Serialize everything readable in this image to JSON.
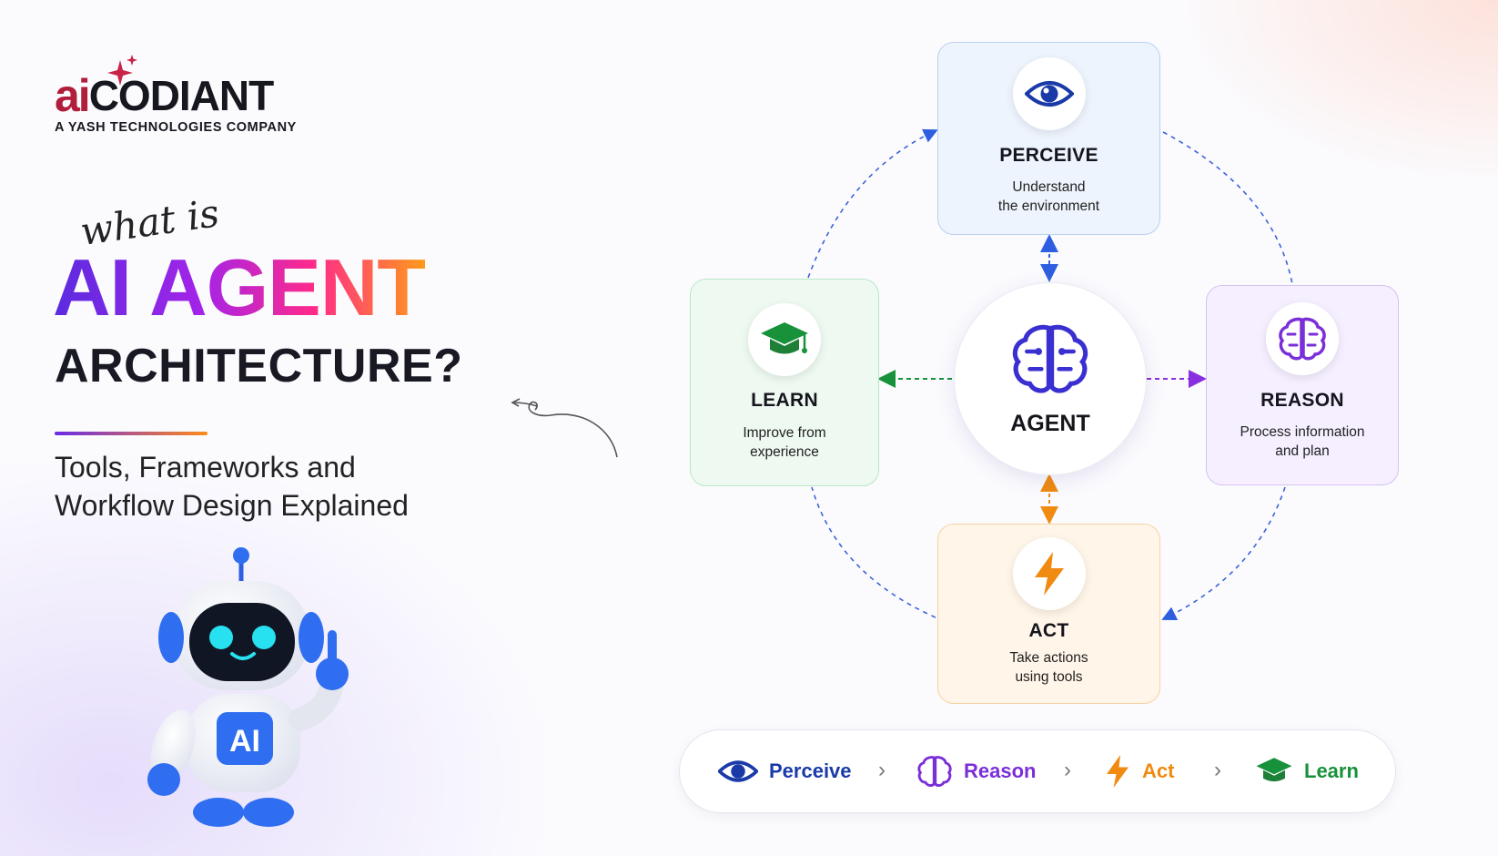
{
  "brand": {
    "logo_ai": "ai",
    "logo_name": "CODIANT",
    "tagline": "A YASH TECHNOLOGIES COMPANY",
    "accent": "#b11e3c"
  },
  "headline": {
    "script": "what is",
    "gradient_title": "AI AGENT",
    "title": "ARCHITECTURE?",
    "subtitle_line1": "Tools, Frameworks and",
    "subtitle_line2": "Workflow Design Explained"
  },
  "mascot": {
    "badge": "AI"
  },
  "diagram": {
    "center": {
      "label": "AGENT",
      "icon": "brain-icon",
      "color": "#3a2fd1"
    },
    "nodes": {
      "perceive": {
        "title": "PERCEIVE",
        "desc1": "Understand",
        "desc2": "the environment",
        "icon": "eye-icon",
        "color": "#1a3aa8"
      },
      "reason": {
        "title": "REASON",
        "desc1": "Process information",
        "desc2": "and plan",
        "icon": "brain-icon",
        "color": "#7a2fd9"
      },
      "act": {
        "title": "ACT",
        "desc1": "Take actions",
        "desc2": "using tools",
        "icon": "lightning-icon",
        "color": "#f08a10"
      },
      "learn": {
        "title": "LEARN",
        "desc1": "Improve from",
        "desc2": "experience",
        "icon": "graduation-cap-icon",
        "color": "#17913a"
      }
    }
  },
  "flow": {
    "items": [
      {
        "label": "Perceive",
        "icon": "eye-icon",
        "color": "#1a3aa8"
      },
      {
        "label": "Reason",
        "icon": "brain-icon",
        "color": "#7a2fd9"
      },
      {
        "label": "Act",
        "icon": "lightning-icon",
        "color": "#f08a10"
      },
      {
        "label": "Learn",
        "icon": "graduation-cap-icon",
        "color": "#17913a"
      }
    ]
  }
}
